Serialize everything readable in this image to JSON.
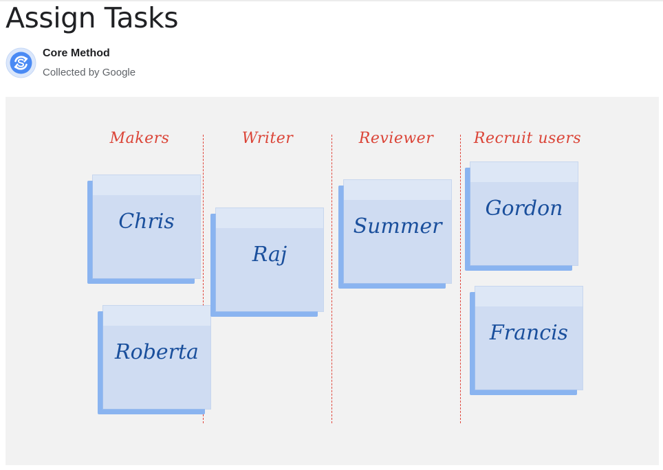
{
  "page": {
    "title": "Assign Tasks"
  },
  "source": {
    "name": "Core Method",
    "collected_by": "Collected by Google",
    "logo_icon": "sync-icon"
  },
  "board": {
    "columns": [
      {
        "label": "Makers"
      },
      {
        "label": "Writer"
      },
      {
        "label": "Reviewer"
      },
      {
        "label": "Recruit users"
      }
    ],
    "notes": [
      {
        "name": "Chris",
        "column": "Makers"
      },
      {
        "name": "Roberta",
        "column": "Makers"
      },
      {
        "name": "Raj",
        "column": "Writer"
      },
      {
        "name": "Summer",
        "column": "Reviewer"
      },
      {
        "name": "Gordon",
        "column": "Recruit users"
      },
      {
        "name": "Francis",
        "column": "Recruit users"
      }
    ]
  },
  "colors": {
    "header_text": "#db4437",
    "note_fill": "#cfdcf2",
    "note_shadow": "#8ab4f0",
    "note_text": "#1a4f9c",
    "board_bg": "#f2f2f2"
  }
}
